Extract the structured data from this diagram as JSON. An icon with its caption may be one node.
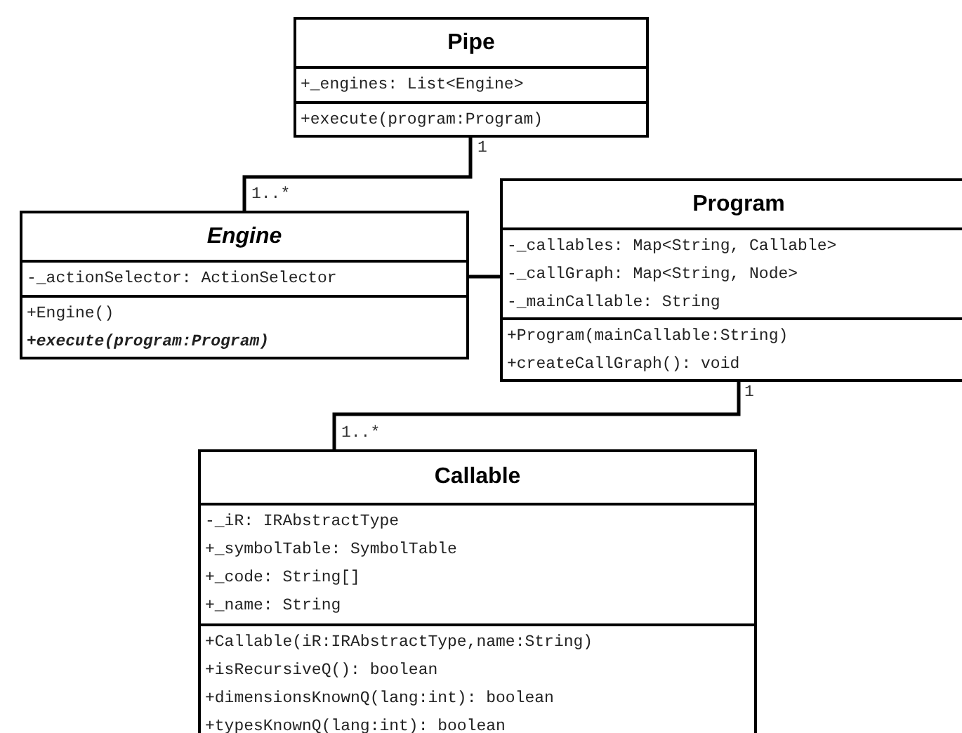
{
  "diagram": {
    "nodes": [
      {
        "text": [
          "Pipe"
        ]
      },
      {
        "text": [
          "+_engines: List<Engine>"
        ],
        "in": 0
      },
      {
        "text": [
          "+execute(program:Program)"
        ],
        "in": 0
      },
      {
        "text": [
          "Engine"
        ]
      },
      {
        "text": [
          "-_actionSelector: ActionSelector"
        ],
        "in": 3
      },
      {
        "text": [
          "+Engine()",
          "+execute(program:Program)"
        ],
        "in": 3
      },
      {
        "text": [
          "Program"
        ]
      },
      {
        "text": [
          "-_callables: Map<String, Callable>",
          "-_callGraph: Map<String, Node>",
          "-_mainCallable: String"
        ],
        "in": 6
      },
      {
        "text": [
          "+Program(mainCallable:String)",
          "+createCallGraph(): void"
        ],
        "in": 6
      },
      {
        "text": [
          "Callable"
        ]
      },
      {
        "text": [
          "-_iR: IRAbstractType",
          "+_symbolTable: SymbolTable",
          "+_code: String[]",
          "+_name: String"
        ],
        "in": 9
      },
      {
        "text": [
          "+Callable(iR:IRAbstractType,name:String)",
          "+isRecursiveQ(): boolean",
          "+dimensionsKnownQ(lang:int): boolean",
          "+typesKnownQ(lang:int): boolean"
        ],
        "in": 9
      }
    ],
    "edges": [
      {
        "from": 0,
        "to": 3,
        "arrow": "none"
      },
      {
        "from": 3,
        "to": 6,
        "arrow": "none"
      },
      {
        "from": 6,
        "to": 9,
        "arrow": "none"
      }
    ],
    "labels": [
      "1",
      "1..*",
      "1",
      "1..*"
    ]
  }
}
